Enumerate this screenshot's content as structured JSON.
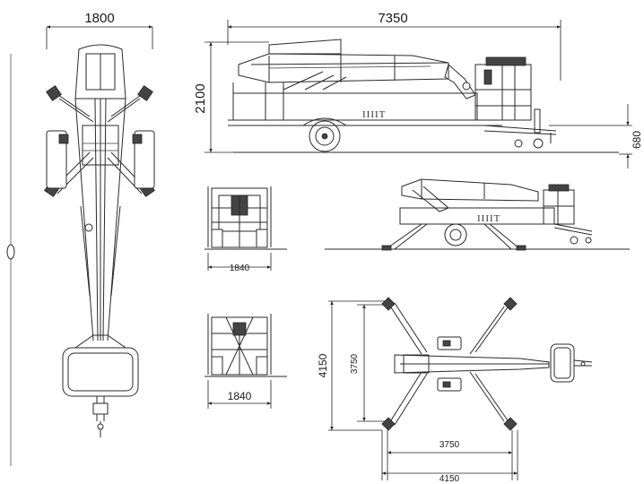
{
  "drawing": {
    "top_view": {
      "width_label": "1800"
    },
    "side_view": {
      "length_label": "7350",
      "height_label": "2100",
      "coupling_height_label": "680",
      "brand_mark": "IIIIT"
    },
    "front_view": {
      "width_label": "1840"
    },
    "working_view": {
      "brand_mark": "IIIIT"
    },
    "rear_view": {
      "width_label": "1840"
    },
    "outrigger_plan": {
      "outer_vertical_label": "4150",
      "inner_vertical_label": "3750",
      "inner_horizontal_label": "3750",
      "outer_horizontal_label": "4150"
    }
  }
}
